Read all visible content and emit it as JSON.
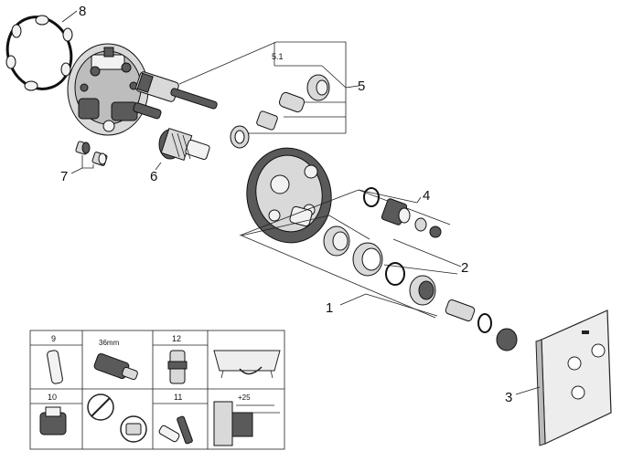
{
  "callouts": {
    "c1": "1",
    "c2": "2",
    "c3": "3",
    "c4": "4",
    "c5": "5",
    "c51": "5.1",
    "c6": "6",
    "c7": "7",
    "c8": "8"
  },
  "accessories": {
    "t9": "9",
    "t10": "10",
    "t11": "11",
    "t12": "12",
    "wrench": "36mm",
    "dim": "+25"
  }
}
